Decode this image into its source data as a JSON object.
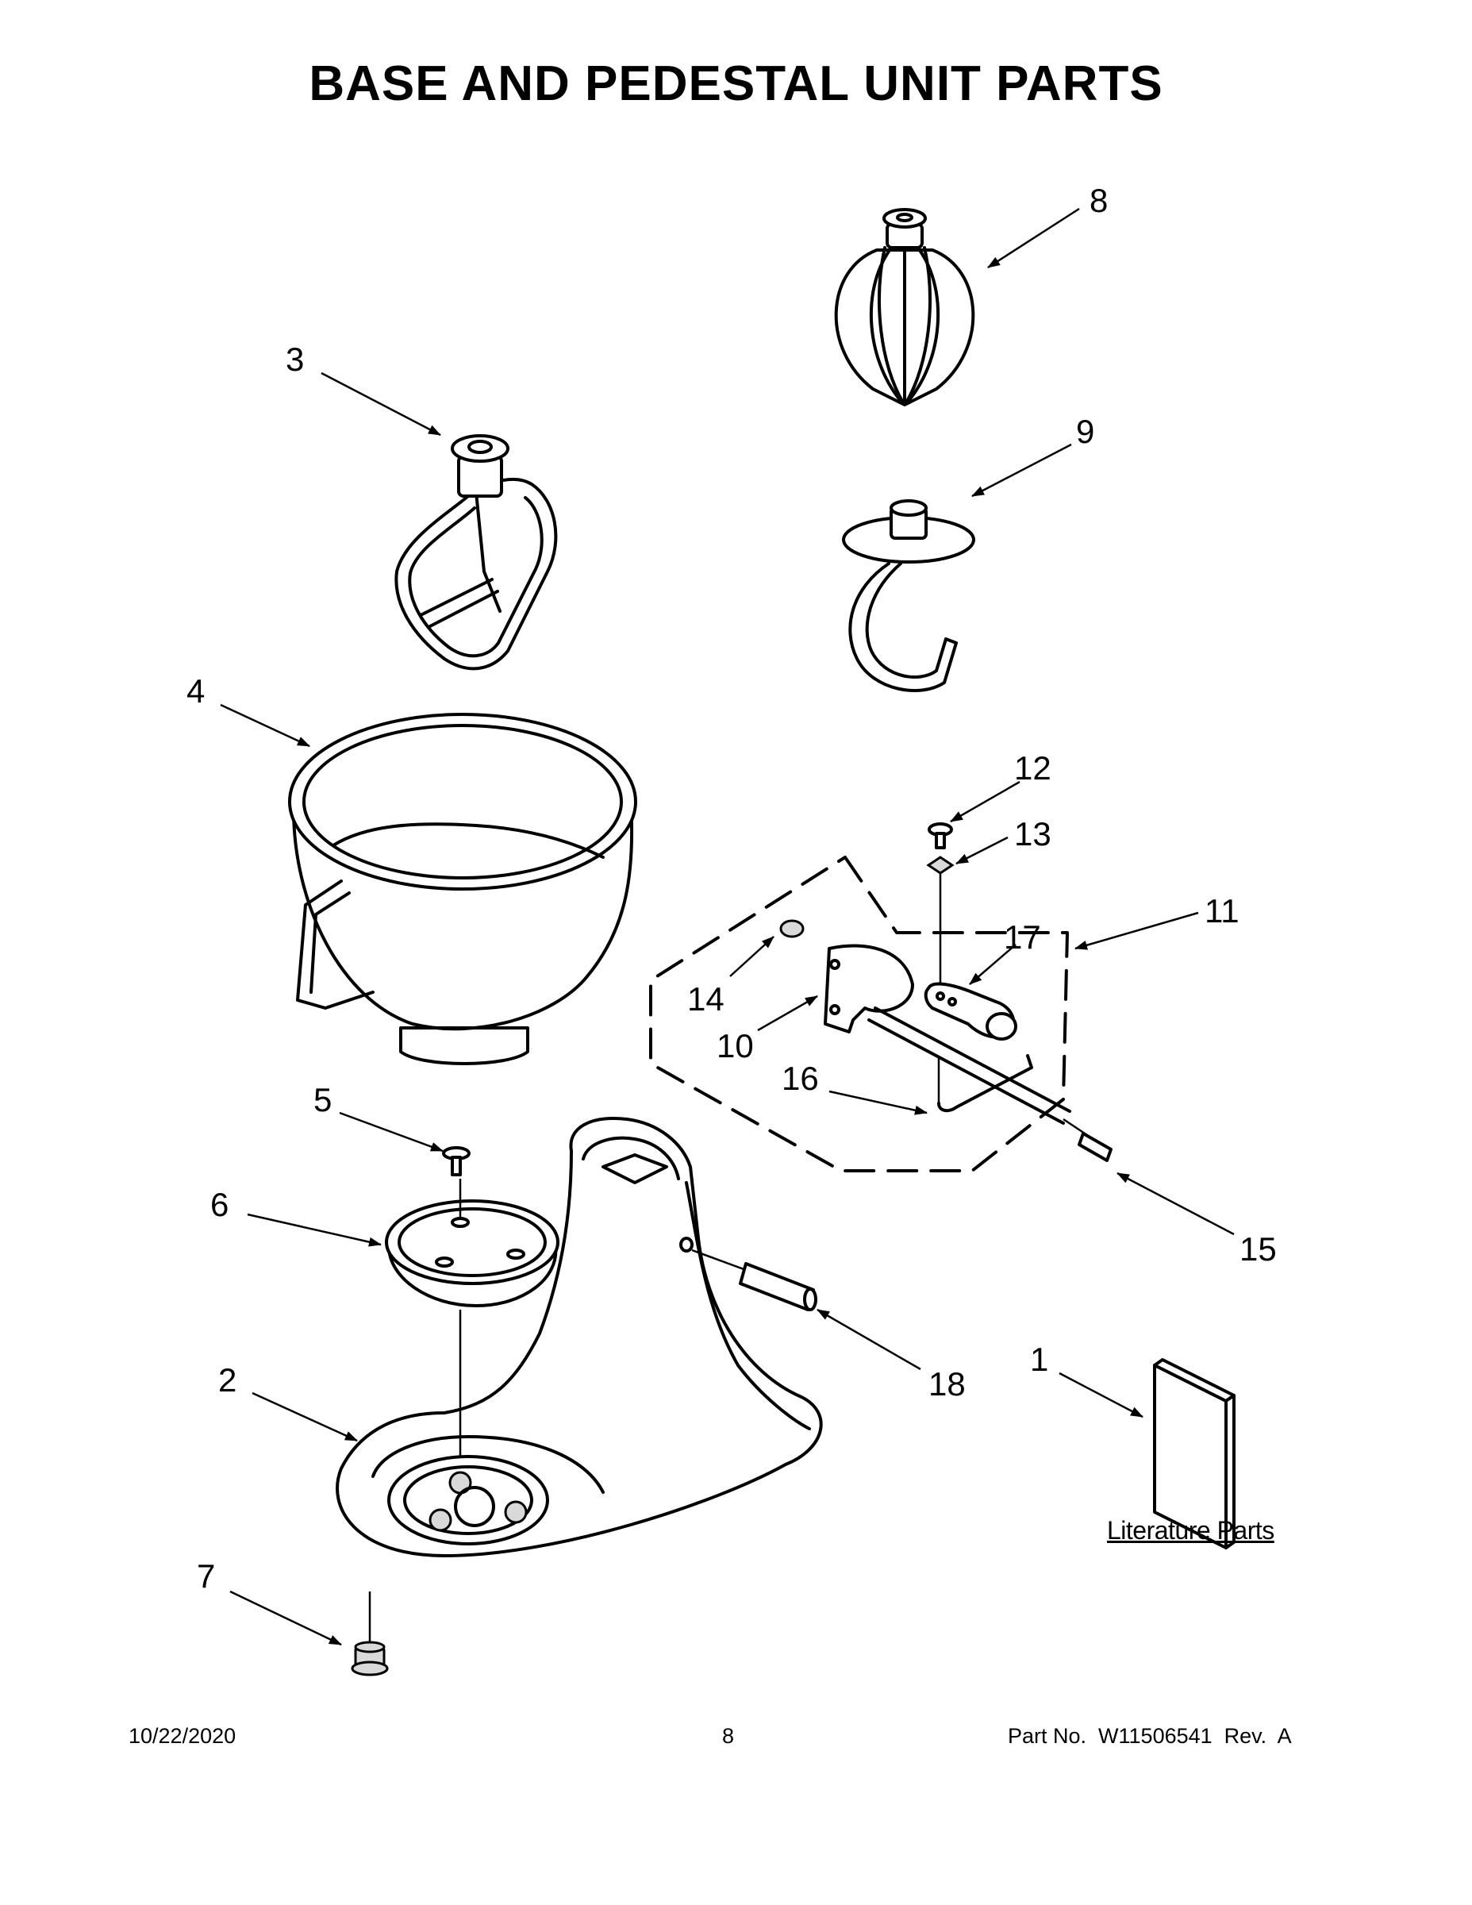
{
  "title": "BASE AND PEDESTAL UNIT PARTS",
  "callouts": {
    "c1": "1",
    "c2": "2",
    "c3": "3",
    "c4": "4",
    "c5": "5",
    "c6": "6",
    "c7": "7",
    "c8": "8",
    "c9": "9",
    "c10": "10",
    "c11": "11",
    "c12": "12",
    "c13": "13",
    "c14": "14",
    "c15": "15",
    "c16": "16",
    "c17": "17",
    "c18": "18"
  },
  "literature_label": "Literature Parts",
  "footer": {
    "date": "10/22/2020",
    "page": "8",
    "part_no": "Part No.  W11506541  Rev.  A"
  }
}
